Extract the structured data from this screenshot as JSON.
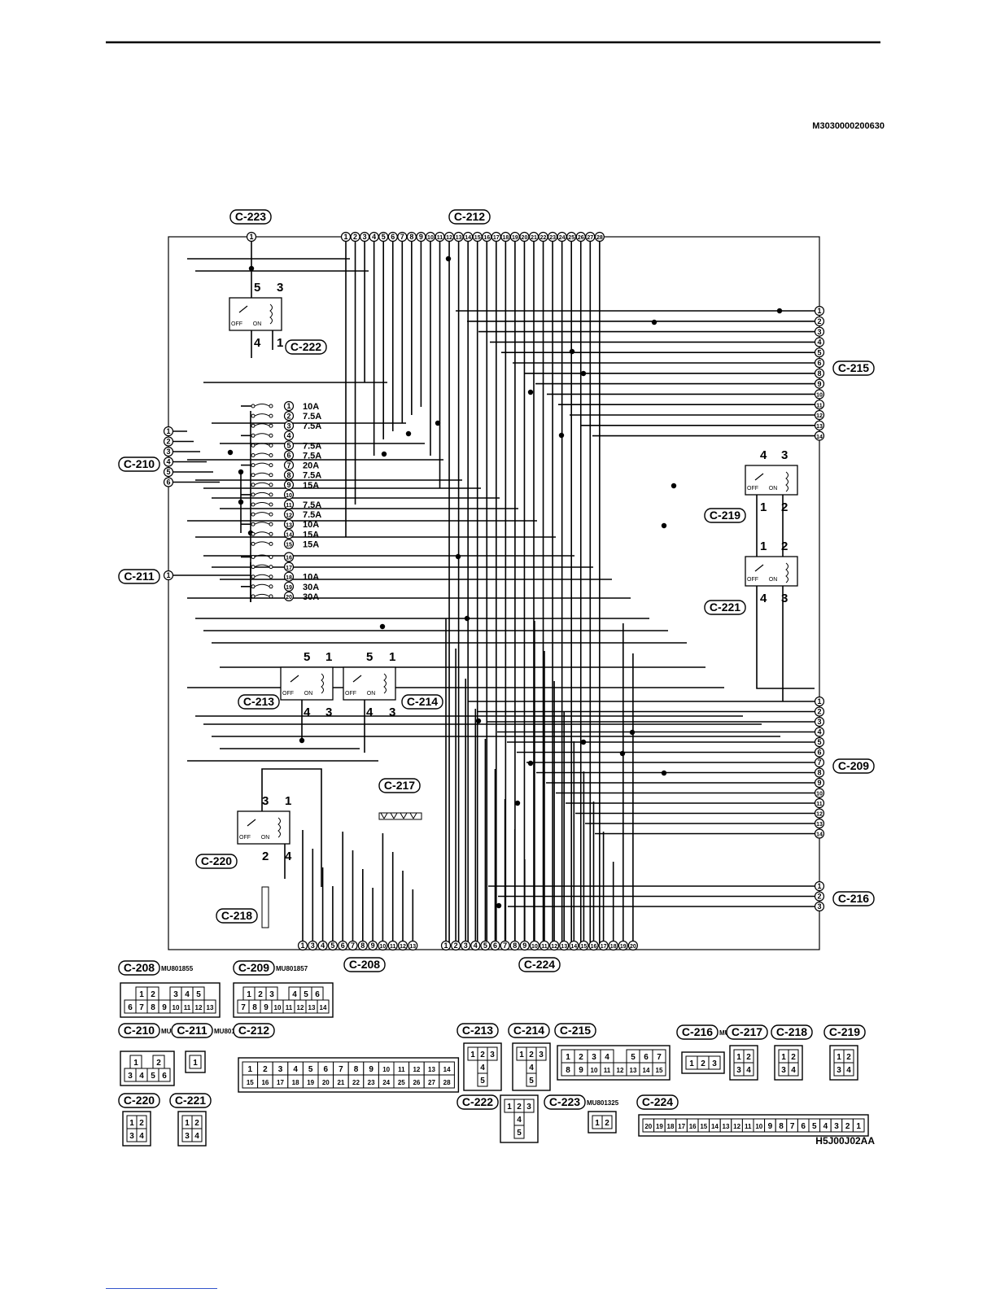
{
  "doc_id": "M3030000200630",
  "figure_id": "H5J00J02AA",
  "connectors": {
    "c223": "C-223",
    "c212": "C-212",
    "c222": "C-222",
    "c215": "C-215",
    "c210": "C-210",
    "c211": "C-211",
    "c219": "C-219",
    "c221": "C-221",
    "c213": "C-213",
    "c214": "C-214",
    "c209": "C-209",
    "c217": "C-217",
    "c220": "C-220",
    "c218": "C-218",
    "c216": "C-216",
    "c208": "C-208",
    "c224": "C-224"
  },
  "fuses": [
    {
      "n": "1",
      "a": "10A"
    },
    {
      "n": "2",
      "a": "7.5A"
    },
    {
      "n": "3",
      "a": "7.5A"
    },
    {
      "n": "4",
      "a": ""
    },
    {
      "n": "5",
      "a": "7.5A"
    },
    {
      "n": "6",
      "a": "7.5A"
    },
    {
      "n": "7",
      "a": "20A"
    },
    {
      "n": "8",
      "a": "7.5A"
    },
    {
      "n": "9",
      "a": "15A"
    },
    {
      "n": "10",
      "a": ""
    },
    {
      "n": "11",
      "a": "7.5A"
    },
    {
      "n": "12",
      "a": "7.5A"
    },
    {
      "n": "13",
      "a": "10A"
    },
    {
      "n": "14",
      "a": "15A"
    },
    {
      "n": "15",
      "a": "15A"
    },
    {
      "n": "16",
      "a": ""
    },
    {
      "n": "17",
      "a": ""
    },
    {
      "n": "18",
      "a": "10A"
    },
    {
      "n": "19",
      "a": "30A"
    },
    {
      "n": "20",
      "a": "30A"
    }
  ],
  "relays": {
    "r222": {
      "pins": [
        "5",
        "3",
        "4",
        "1"
      ],
      "off": "OFF",
      "on": "ON"
    },
    "r219": {
      "pins": [
        "4",
        "3",
        "1",
        "2"
      ],
      "off": "OFF",
      "on": "ON"
    },
    "r221": {
      "pins": [
        "1",
        "2",
        "4",
        "3"
      ],
      "off": "OFF",
      "on": "ON"
    },
    "r213": {
      "pins": [
        "5",
        "1",
        "4",
        "3"
      ],
      "off": "OFF",
      "on": "ON"
    },
    "r214": {
      "pins": [
        "5",
        "1",
        "4",
        "3"
      ],
      "off": "OFF",
      "on": "ON"
    },
    "r220": {
      "pins": [
        "3",
        "1",
        "2",
        "4"
      ],
      "off": "OFF",
      "on": "ON"
    }
  },
  "pin_rows": {
    "c212_top": [
      "1",
      "2",
      "3",
      "4",
      "5",
      "6",
      "7",
      "8",
      "9",
      "10",
      "11",
      "12",
      "13",
      "14",
      "15",
      "16",
      "17",
      "18",
      "19",
      "20",
      "21",
      "22",
      "23",
      "24",
      "25",
      "26",
      "27",
      "28"
    ],
    "c215_right": [
      "1",
      "2",
      "3",
      "4",
      "5",
      "6",
      "8",
      "9",
      "10",
      "11",
      "12",
      "13",
      "14"
    ],
    "c209_right": [
      "1",
      "2",
      "3",
      "4",
      "5",
      "6",
      "7",
      "8",
      "9",
      "10",
      "11",
      "12",
      "13",
      "14"
    ],
    "c216_right": [
      "1",
      "2",
      "3"
    ],
    "c210_left": [
      "1",
      "2",
      "3",
      "4",
      "5",
      "6"
    ],
    "c208_bottom": [
      "1",
      "3",
      "4",
      "5",
      "6",
      "7",
      "8",
      "9",
      "10",
      "11",
      "12",
      "13"
    ],
    "c224_bottom": [
      "1",
      "2",
      "3",
      "4",
      "5",
      "6",
      "7",
      "8",
      "9",
      "10",
      "11",
      "12",
      "13",
      "14",
      "15",
      "16",
      "17",
      "18",
      "19",
      "20"
    ]
  },
  "part_numbers": {
    "c208": "MU801855",
    "c209": "MU801857",
    "c210": "MU801331",
    "c211": "MU801403",
    "c216": "MU801685",
    "c223": "MU801325"
  },
  "face_views": {
    "c208": {
      "row1": [
        "1",
        "2",
        "",
        "3",
        "4",
        "5"
      ],
      "row2": [
        "6",
        "7",
        "8",
        "9",
        "10",
        "11",
        "12",
        "13"
      ]
    },
    "c209": {
      "row1": [
        "1",
        "2",
        "3",
        "",
        "4",
        "5",
        "6"
      ],
      "row2": [
        "7",
        "8",
        "9",
        "10",
        "11",
        "12",
        "13",
        "14"
      ]
    },
    "c210": {
      "row1": [
        "1",
        "",
        "2"
      ],
      "row2": [
        "3",
        "4",
        "5",
        "6"
      ]
    },
    "c211": {
      "row1": [
        "1"
      ]
    },
    "c212": {
      "row1": [
        "1",
        "2",
        "3",
        "4",
        "5",
        "6",
        "7",
        "8",
        "9",
        "10",
        "11",
        "12",
        "13",
        "14"
      ],
      "row2": [
        "15",
        "16",
        "17",
        "18",
        "19",
        "20",
        "21",
        "22",
        "23",
        "24",
        "25",
        "26",
        "27",
        "28"
      ]
    },
    "c213": {
      "row1": [
        "1",
        "2",
        "3"
      ],
      "row2": [
        "4"
      ],
      "row3": [
        "5"
      ]
    },
    "c214": {
      "row1": [
        "1",
        "2",
        "3"
      ],
      "row2": [
        "4"
      ],
      "row3": [
        "5"
      ]
    },
    "c215": {
      "row1": [
        "1",
        "2",
        "3",
        "4",
        "",
        "5",
        "6",
        "7"
      ],
      "row2": [
        "8",
        "9",
        "10",
        "11",
        "12",
        "13",
        "14",
        "15"
      ]
    },
    "c216": {
      "row1": [
        "1",
        "2",
        "3"
      ]
    },
    "c217": {
      "row1": [
        "1",
        "2"
      ],
      "row2": [
        "3",
        "4"
      ]
    },
    "c218": {
      "row1": [
        "1",
        "2"
      ],
      "row2": [
        "3",
        "4"
      ]
    },
    "c219": {
      "row1": [
        "1",
        "2"
      ],
      "row2": [
        "3",
        "4"
      ]
    },
    "c220": {
      "row1": [
        "1",
        "2"
      ],
      "row2": [
        "3",
        "4"
      ]
    },
    "c221": {
      "row1": [
        "1",
        "2"
      ],
      "row2": [
        "3",
        "4"
      ]
    },
    "c222": {
      "row1": [
        "1",
        "2",
        "3"
      ],
      "row2": [
        "4"
      ],
      "row3": [
        "5"
      ]
    },
    "c223": {
      "row1": [
        "1",
        "2"
      ]
    },
    "c224": {
      "row1": [
        "20",
        "19",
        "18",
        "17",
        "16",
        "15",
        "14",
        "13",
        "12",
        "11",
        "10",
        "9",
        "8",
        "7",
        "6",
        "5",
        "4",
        "3",
        "2",
        "1"
      ]
    }
  }
}
